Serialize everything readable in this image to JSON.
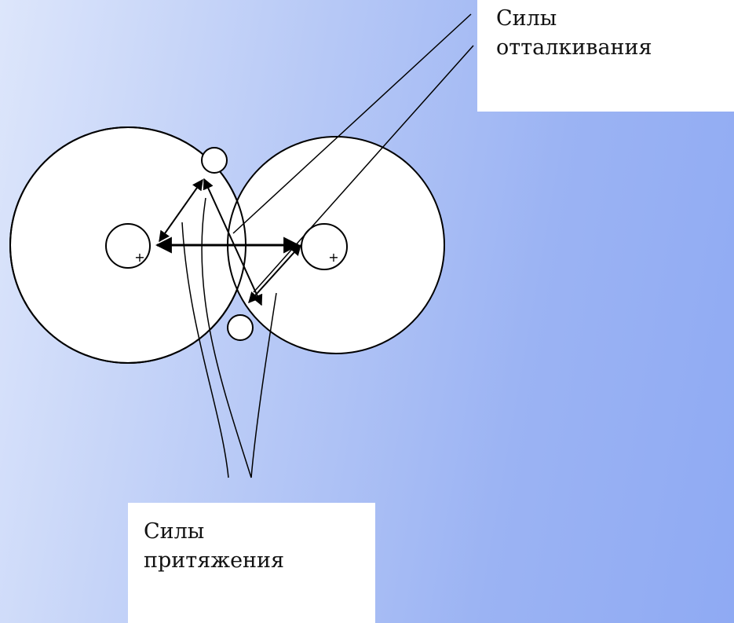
{
  "labels": {
    "repulsion": {
      "line1": "Силы",
      "line2": "отталкивания"
    },
    "attraction": {
      "line1": "Силы",
      "line2": "притяжения"
    }
  },
  "symbols": {
    "nucleus_charge": "+"
  },
  "colors": {
    "stroke": "#000000",
    "fill": "#ffffff"
  }
}
